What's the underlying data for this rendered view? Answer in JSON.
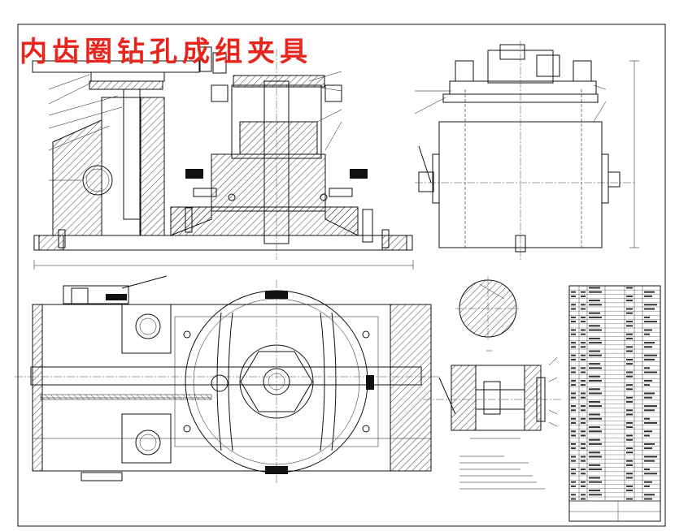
{
  "drawing": {
    "title": "内齿圈钻孔成组夹具",
    "title_color": "#e8251c",
    "line_color": "#111111"
  },
  "views": {
    "front_section": {
      "name": "front-section-view"
    },
    "side_view": {
      "name": "side-view"
    },
    "plan_view": {
      "name": "plan-view"
    },
    "section_detail": {
      "name": "section-a-a"
    },
    "lever_detail": {
      "name": "lever-detail"
    }
  }
}
